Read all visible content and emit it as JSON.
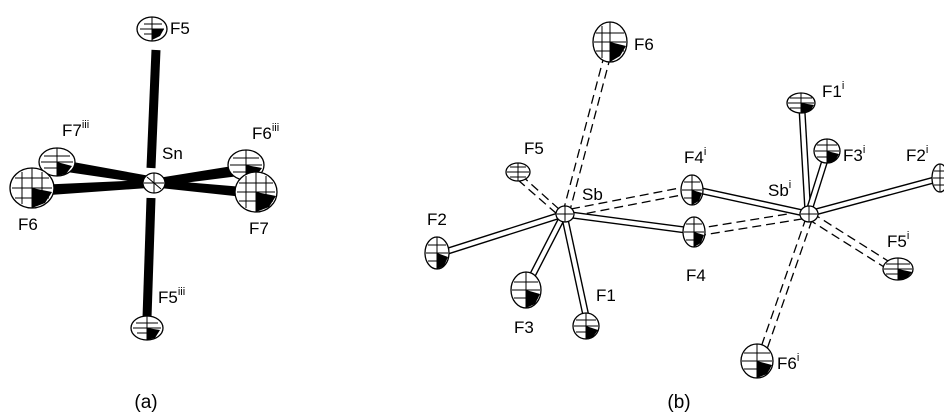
{
  "panel_a": {
    "caption": "(a)",
    "center_atom": "Sn",
    "atoms": {
      "F5": {
        "base": "F5",
        "sup": ""
      },
      "F5iii": {
        "base": "F5",
        "sup": "iii"
      },
      "F6": {
        "base": "F6",
        "sup": ""
      },
      "F6iii": {
        "base": "F6",
        "sup": "iii"
      },
      "F7": {
        "base": "F7",
        "sup": ""
      },
      "F7iii": {
        "base": "F7",
        "sup": "iii"
      }
    }
  },
  "panel_b": {
    "caption": "(b)",
    "atoms": {
      "Sb": {
        "base": "Sb",
        "sup": ""
      },
      "Sbi": {
        "base": "Sb",
        "sup": "i"
      },
      "F1": {
        "base": "F1",
        "sup": ""
      },
      "F1i": {
        "base": "F1",
        "sup": "i"
      },
      "F2": {
        "base": "F2",
        "sup": ""
      },
      "F2i": {
        "base": "F2",
        "sup": "i"
      },
      "F3": {
        "base": "F3",
        "sup": ""
      },
      "F3i": {
        "base": "F3",
        "sup": "i"
      },
      "F4": {
        "base": "F4",
        "sup": ""
      },
      "F4i": {
        "base": "F4",
        "sup": "i"
      },
      "F5": {
        "base": "F5",
        "sup": ""
      },
      "F5i": {
        "base": "F5",
        "sup": "i"
      },
      "F6": {
        "base": "F6",
        "sup": ""
      },
      "F6i": {
        "base": "F6",
        "sup": "i"
      }
    }
  },
  "colors": {
    "ink": "#000000",
    "background": "#ffffff"
  }
}
